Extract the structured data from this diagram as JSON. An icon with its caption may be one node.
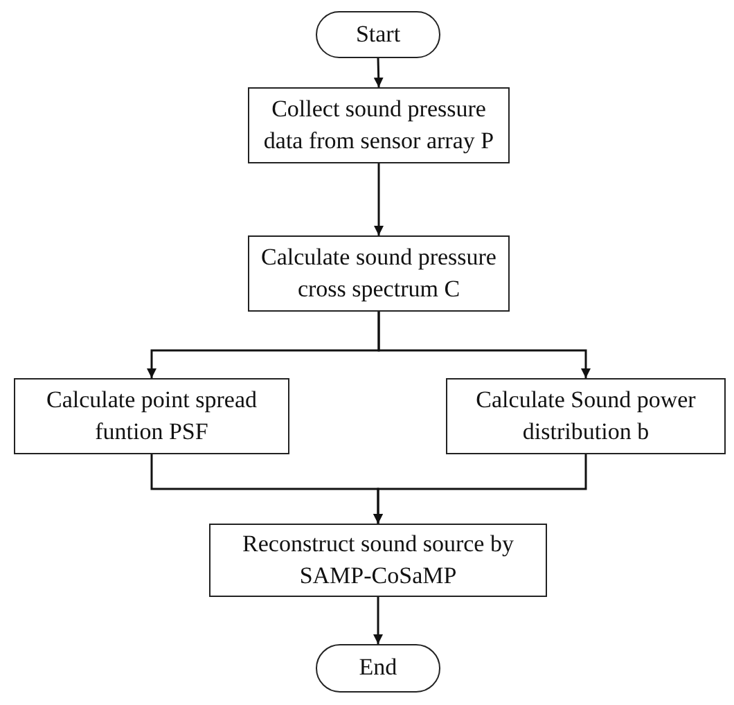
{
  "diagram": {
    "nodes": [
      {
        "text": [
          "Start"
        ]
      },
      {
        "text": [
          "Collect sound pressure data from sensor array P"
        ]
      },
      {
        "text": [
          "Calculate sound pressure cross spectrum C"
        ]
      },
      {
        "text": [
          "Calculate point spread funtion PSF"
        ]
      },
      {
        "text": [
          "Calculate Sound power distribution b"
        ]
      },
      {
        "text": [
          "Reconstruct sound source by SAMP-CoSaMP"
        ]
      },
      {
        "text": [
          "End"
        ]
      }
    ],
    "edges": [
      {
        "from": 0,
        "to": 1,
        "arrow": "to"
      },
      {
        "from": 1,
        "to": 2,
        "arrow": "to"
      },
      {
        "from": 2,
        "to": 3,
        "arrow": "to"
      },
      {
        "from": 2,
        "to": 4,
        "arrow": "to"
      },
      {
        "from": 3,
        "to": 5,
        "arrow": "to"
      },
      {
        "from": 4,
        "to": 5,
        "arrow": "to"
      },
      {
        "from": 5,
        "to": 6,
        "arrow": "to"
      }
    ]
  }
}
